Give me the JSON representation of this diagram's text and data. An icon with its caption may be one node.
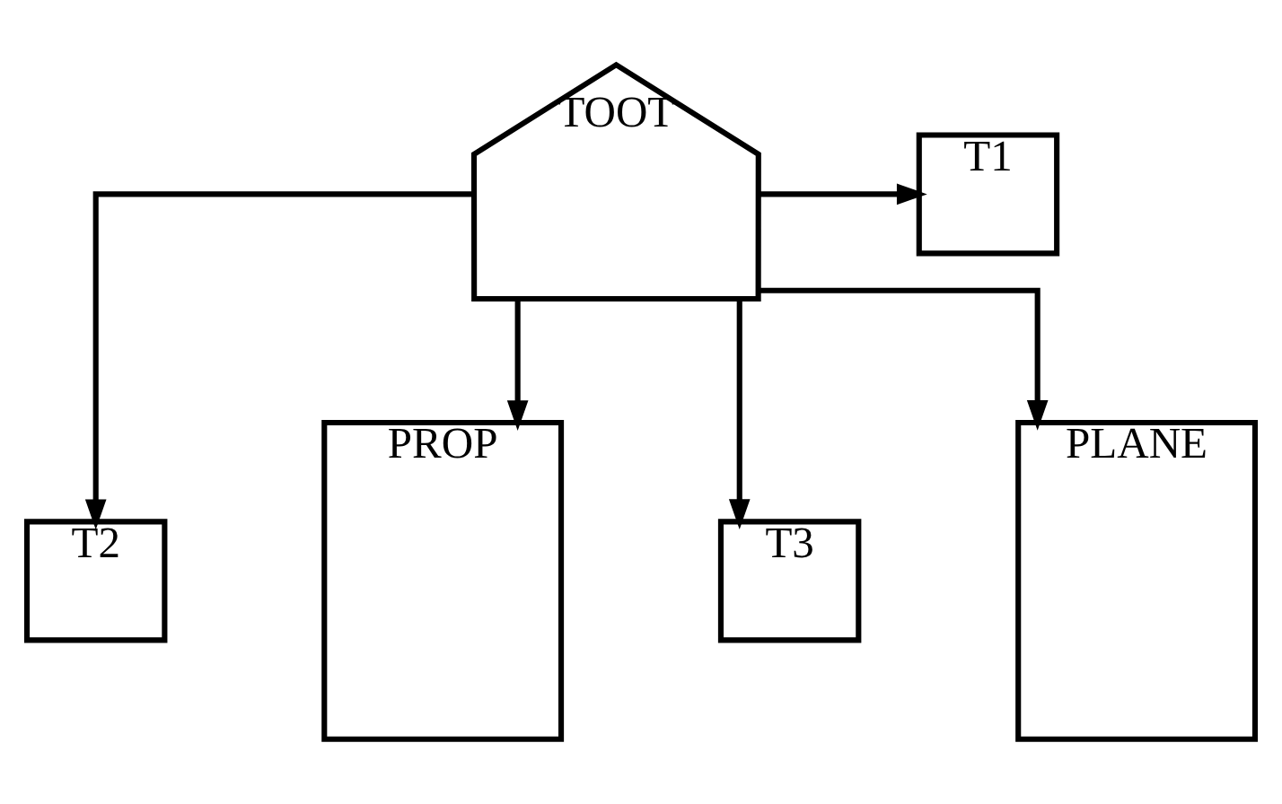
{
  "diagram": {
    "nodes": [
      {
        "text": [
          "TOOT"
        ]
      },
      {
        "text": [
          "T1"
        ]
      },
      {
        "text": [
          "T2"
        ]
      },
      {
        "text": [
          "PROP"
        ]
      },
      {
        "text": [
          "T3"
        ]
      },
      {
        "text": [
          "PLANE"
        ]
      }
    ],
    "edges": [
      {
        "from": 0,
        "to": 1,
        "arrow": "to"
      },
      {
        "from": 0,
        "to": 2,
        "arrow": "to"
      },
      {
        "from": 0,
        "to": 3,
        "arrow": "to"
      },
      {
        "from": 0,
        "to": 4,
        "arrow": "to"
      },
      {
        "from": 0,
        "to": 5,
        "arrow": "to"
      }
    ]
  }
}
